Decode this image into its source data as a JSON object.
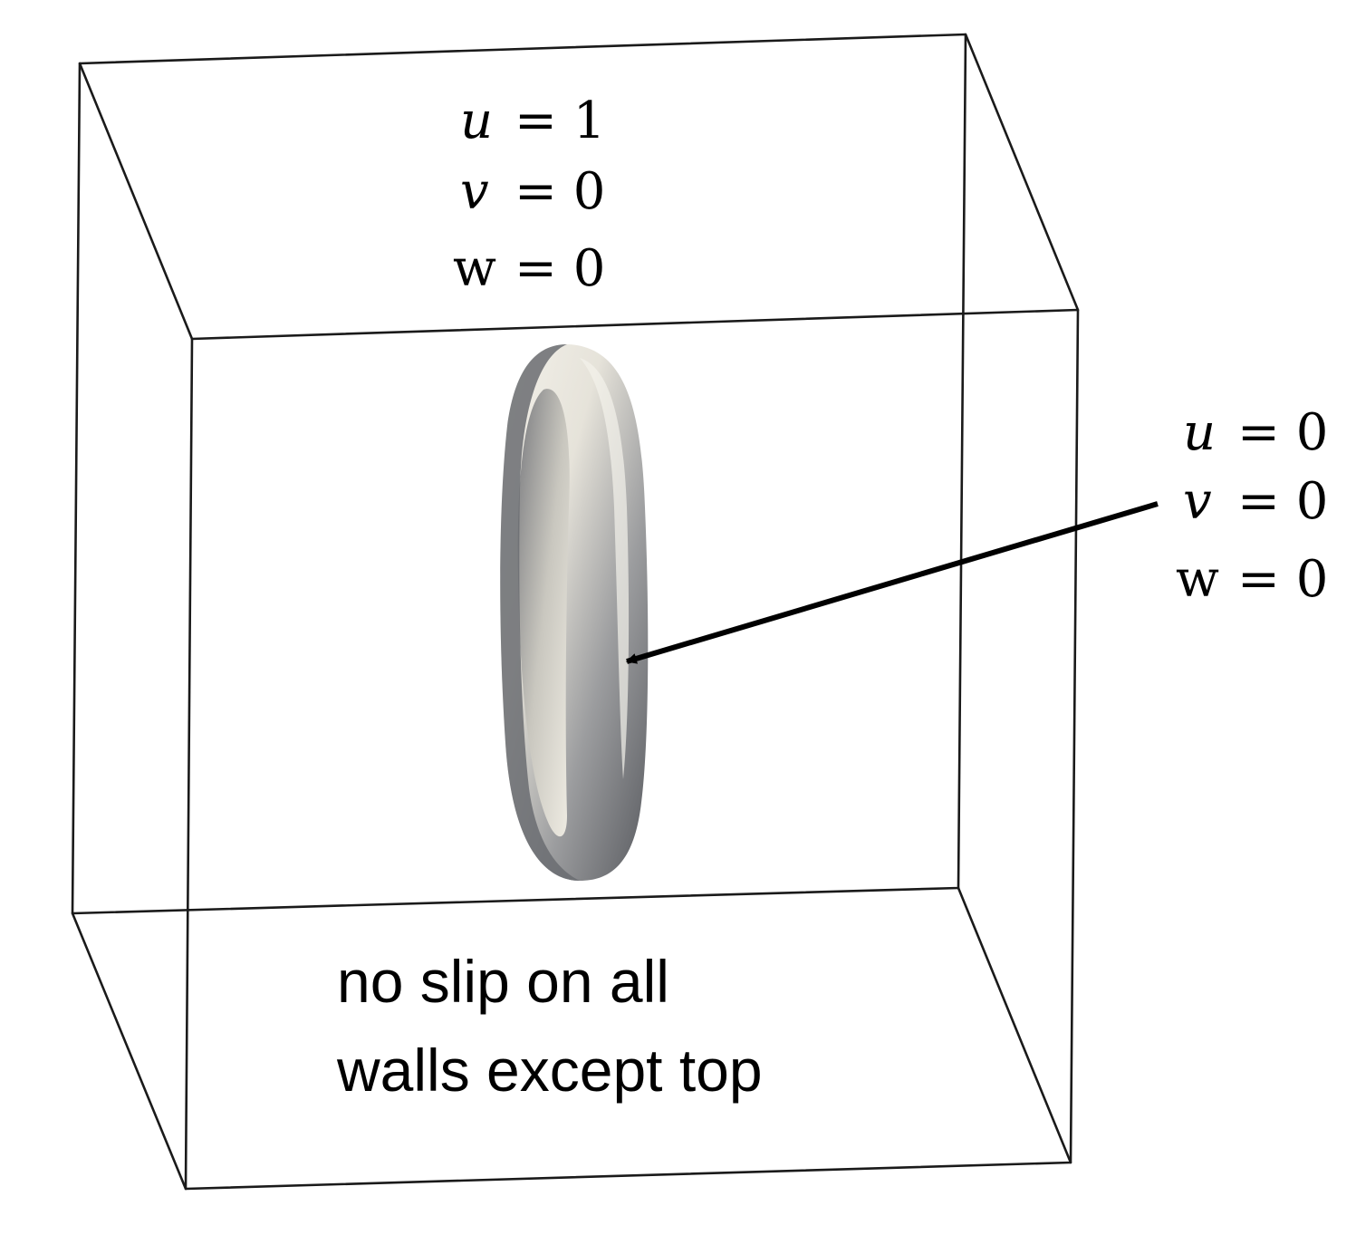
{
  "top_bc": {
    "u_var": "u",
    "u_eq": "= 1",
    "v_var": "v",
    "v_eq": "= 0",
    "w_var": "w",
    "w_eq": "= 0"
  },
  "obstacle_bc": {
    "u_var": "u",
    "u_eq": "= 0",
    "v_var": "v",
    "v_eq": "= 0",
    "w_var": "w",
    "w_eq": "= 0"
  },
  "wall_note": {
    "line1": "no slip on all",
    "line2": "walls except top"
  },
  "colors": {
    "box_edges": "#1a1a1a",
    "torus_light": "#ece9df",
    "torus_dark": "#5b5d62",
    "arrow": "#000000"
  },
  "icons": {
    "torus": "torus-obstacle",
    "arrow": "pointer-arrow"
  }
}
